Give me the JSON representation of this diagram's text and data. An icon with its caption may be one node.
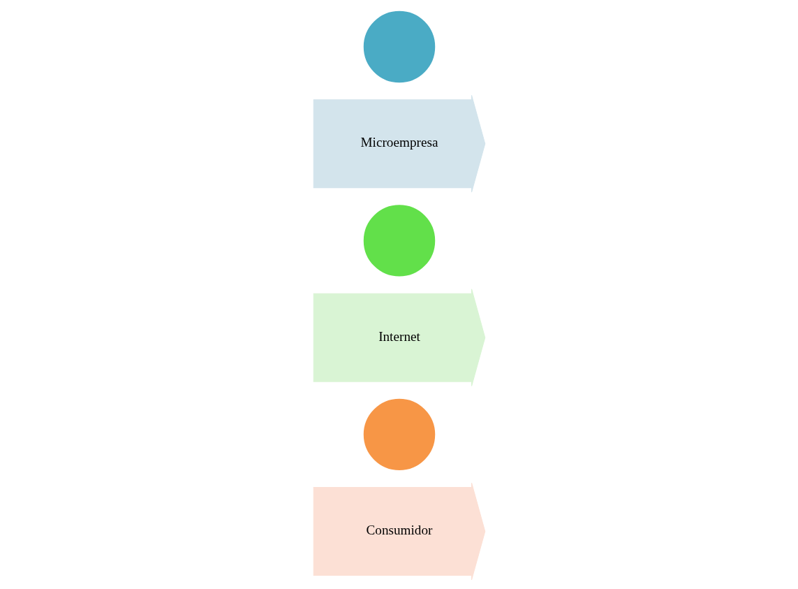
{
  "diagram": {
    "nodes": [
      {
        "text": [],
        "shape": "circle"
      },
      {
        "text": [
          "Microempresa"
        ]
      },
      {
        "text": [],
        "shape": "circle"
      },
      {
        "text": [
          "Internet"
        ]
      },
      {
        "text": [],
        "shape": "circle"
      },
      {
        "text": [
          "Consumidor"
        ]
      }
    ]
  }
}
